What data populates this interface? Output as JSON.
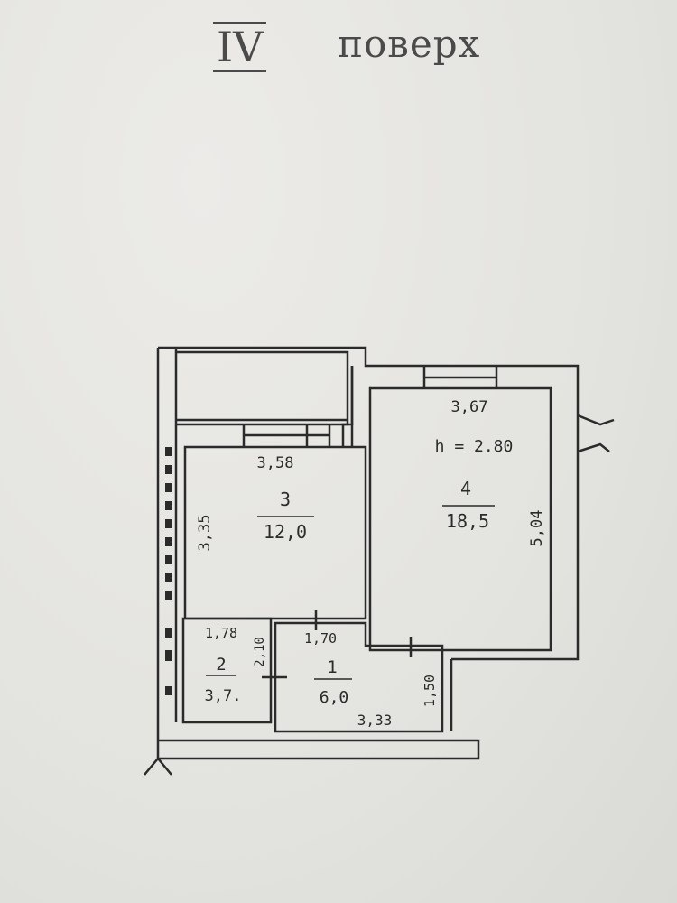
{
  "header": {
    "floor_number": "IV",
    "floor_word": "поверх"
  },
  "rooms": [
    {
      "id": "3",
      "area": "12,0",
      "width": "3,58",
      "height": "3,35"
    },
    {
      "id": "4",
      "area": "18,5",
      "width": "3,67",
      "height": "5,04",
      "ceiling": "h = 2.80"
    },
    {
      "id": "2",
      "area": "3,7.",
      "width": "1,78",
      "height": "2,10"
    },
    {
      "id": "1",
      "area": "6,0",
      "width": "1,70",
      "length": "3,33",
      "height": "1,50"
    }
  ],
  "colors": {
    "ink": "#2b2b2b",
    "paper": "#e6e6e3"
  }
}
